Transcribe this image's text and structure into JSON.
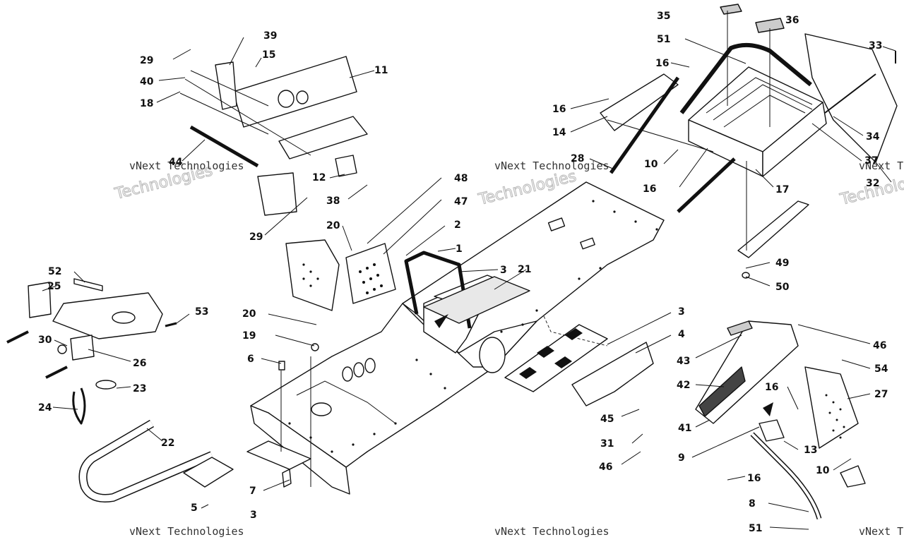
{
  "watermark": {
    "line1": "vNext Technologies",
    "line2": "Technologies",
    "brand": "vNext"
  },
  "callouts": [
    {
      "n": "1"
    },
    {
      "n": "2"
    },
    {
      "n": "3"
    },
    {
      "n": "3"
    },
    {
      "n": "3"
    },
    {
      "n": "4"
    },
    {
      "n": "5"
    },
    {
      "n": "6"
    },
    {
      "n": "7"
    },
    {
      "n": "8"
    },
    {
      "n": "9"
    },
    {
      "n": "10"
    },
    {
      "n": "10"
    },
    {
      "n": "11"
    },
    {
      "n": "12"
    },
    {
      "n": "13"
    },
    {
      "n": "14"
    },
    {
      "n": "15"
    },
    {
      "n": "16"
    },
    {
      "n": "16"
    },
    {
      "n": "16"
    },
    {
      "n": "16"
    },
    {
      "n": "16"
    },
    {
      "n": "17"
    },
    {
      "n": "18"
    },
    {
      "n": "19"
    },
    {
      "n": "20"
    },
    {
      "n": "20"
    },
    {
      "n": "21"
    },
    {
      "n": "22"
    },
    {
      "n": "23"
    },
    {
      "n": "24"
    },
    {
      "n": "25"
    },
    {
      "n": "26"
    },
    {
      "n": "27"
    },
    {
      "n": "28"
    },
    {
      "n": "29"
    },
    {
      "n": "29"
    },
    {
      "n": "30"
    },
    {
      "n": "31"
    },
    {
      "n": "32"
    },
    {
      "n": "33"
    },
    {
      "n": "34"
    },
    {
      "n": "35"
    },
    {
      "n": "36"
    },
    {
      "n": "37"
    },
    {
      "n": "38"
    },
    {
      "n": "39"
    },
    {
      "n": "40"
    },
    {
      "n": "41"
    },
    {
      "n": "42"
    },
    {
      "n": "43"
    },
    {
      "n": "44"
    },
    {
      "n": "45"
    },
    {
      "n": "46"
    },
    {
      "n": "46"
    },
    {
      "n": "47"
    },
    {
      "n": "48"
    },
    {
      "n": "49"
    },
    {
      "n": "50"
    },
    {
      "n": "51"
    },
    {
      "n": "51"
    },
    {
      "n": "52"
    },
    {
      "n": "53"
    },
    {
      "n": "54"
    }
  ]
}
